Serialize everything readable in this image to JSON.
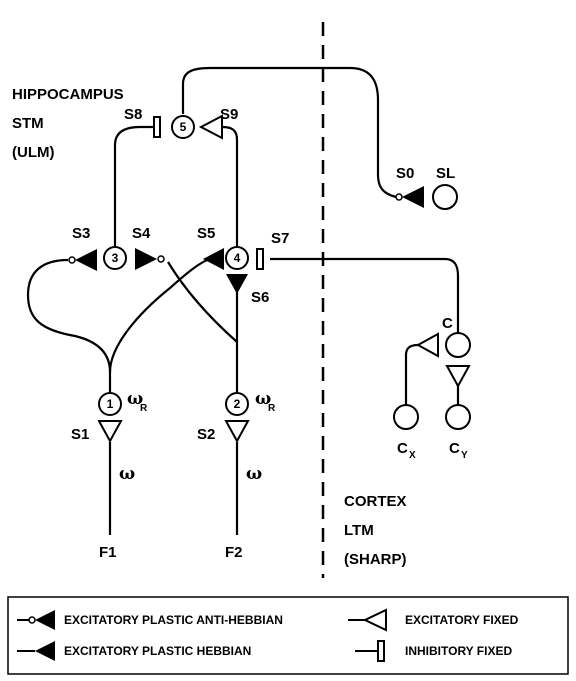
{
  "regions": {
    "hippocampus": [
      "HIPPOCAMPUS",
      "STM",
      "(ULM)"
    ],
    "cortex": [
      "CORTEX",
      "LTM",
      "(SHARP)"
    ]
  },
  "nodes": {
    "n1": "1",
    "n2": "2",
    "n3": "3",
    "n4": "4",
    "n5": "5",
    "sl": "SL",
    "c": "C",
    "cx": "C",
    "cx_sub": "X",
    "cy": "C",
    "cy_sub": "Y"
  },
  "synapses": {
    "s0": "S0",
    "s1": "S1",
    "s2": "S2",
    "s3": "S3",
    "s4": "S4",
    "s5": "S5",
    "s6": "S6",
    "s7": "S7",
    "s8": "S8",
    "s9": "S9"
  },
  "weights": {
    "omega": "ω",
    "omega_r": "ω",
    "omega_r_sub": "R"
  },
  "inputs": {
    "f1": "F1",
    "f2": "F2"
  },
  "legend": {
    "anti_hebbian": "EXCITATORY PLASTIC ANTI-HEBBIAN",
    "hebbian": "EXCITATORY PLASTIC HEBBIAN",
    "excitatory_fixed": "EXCITATORY FIXED",
    "inhibitory_fixed": "INHIBITORY FIXED"
  }
}
